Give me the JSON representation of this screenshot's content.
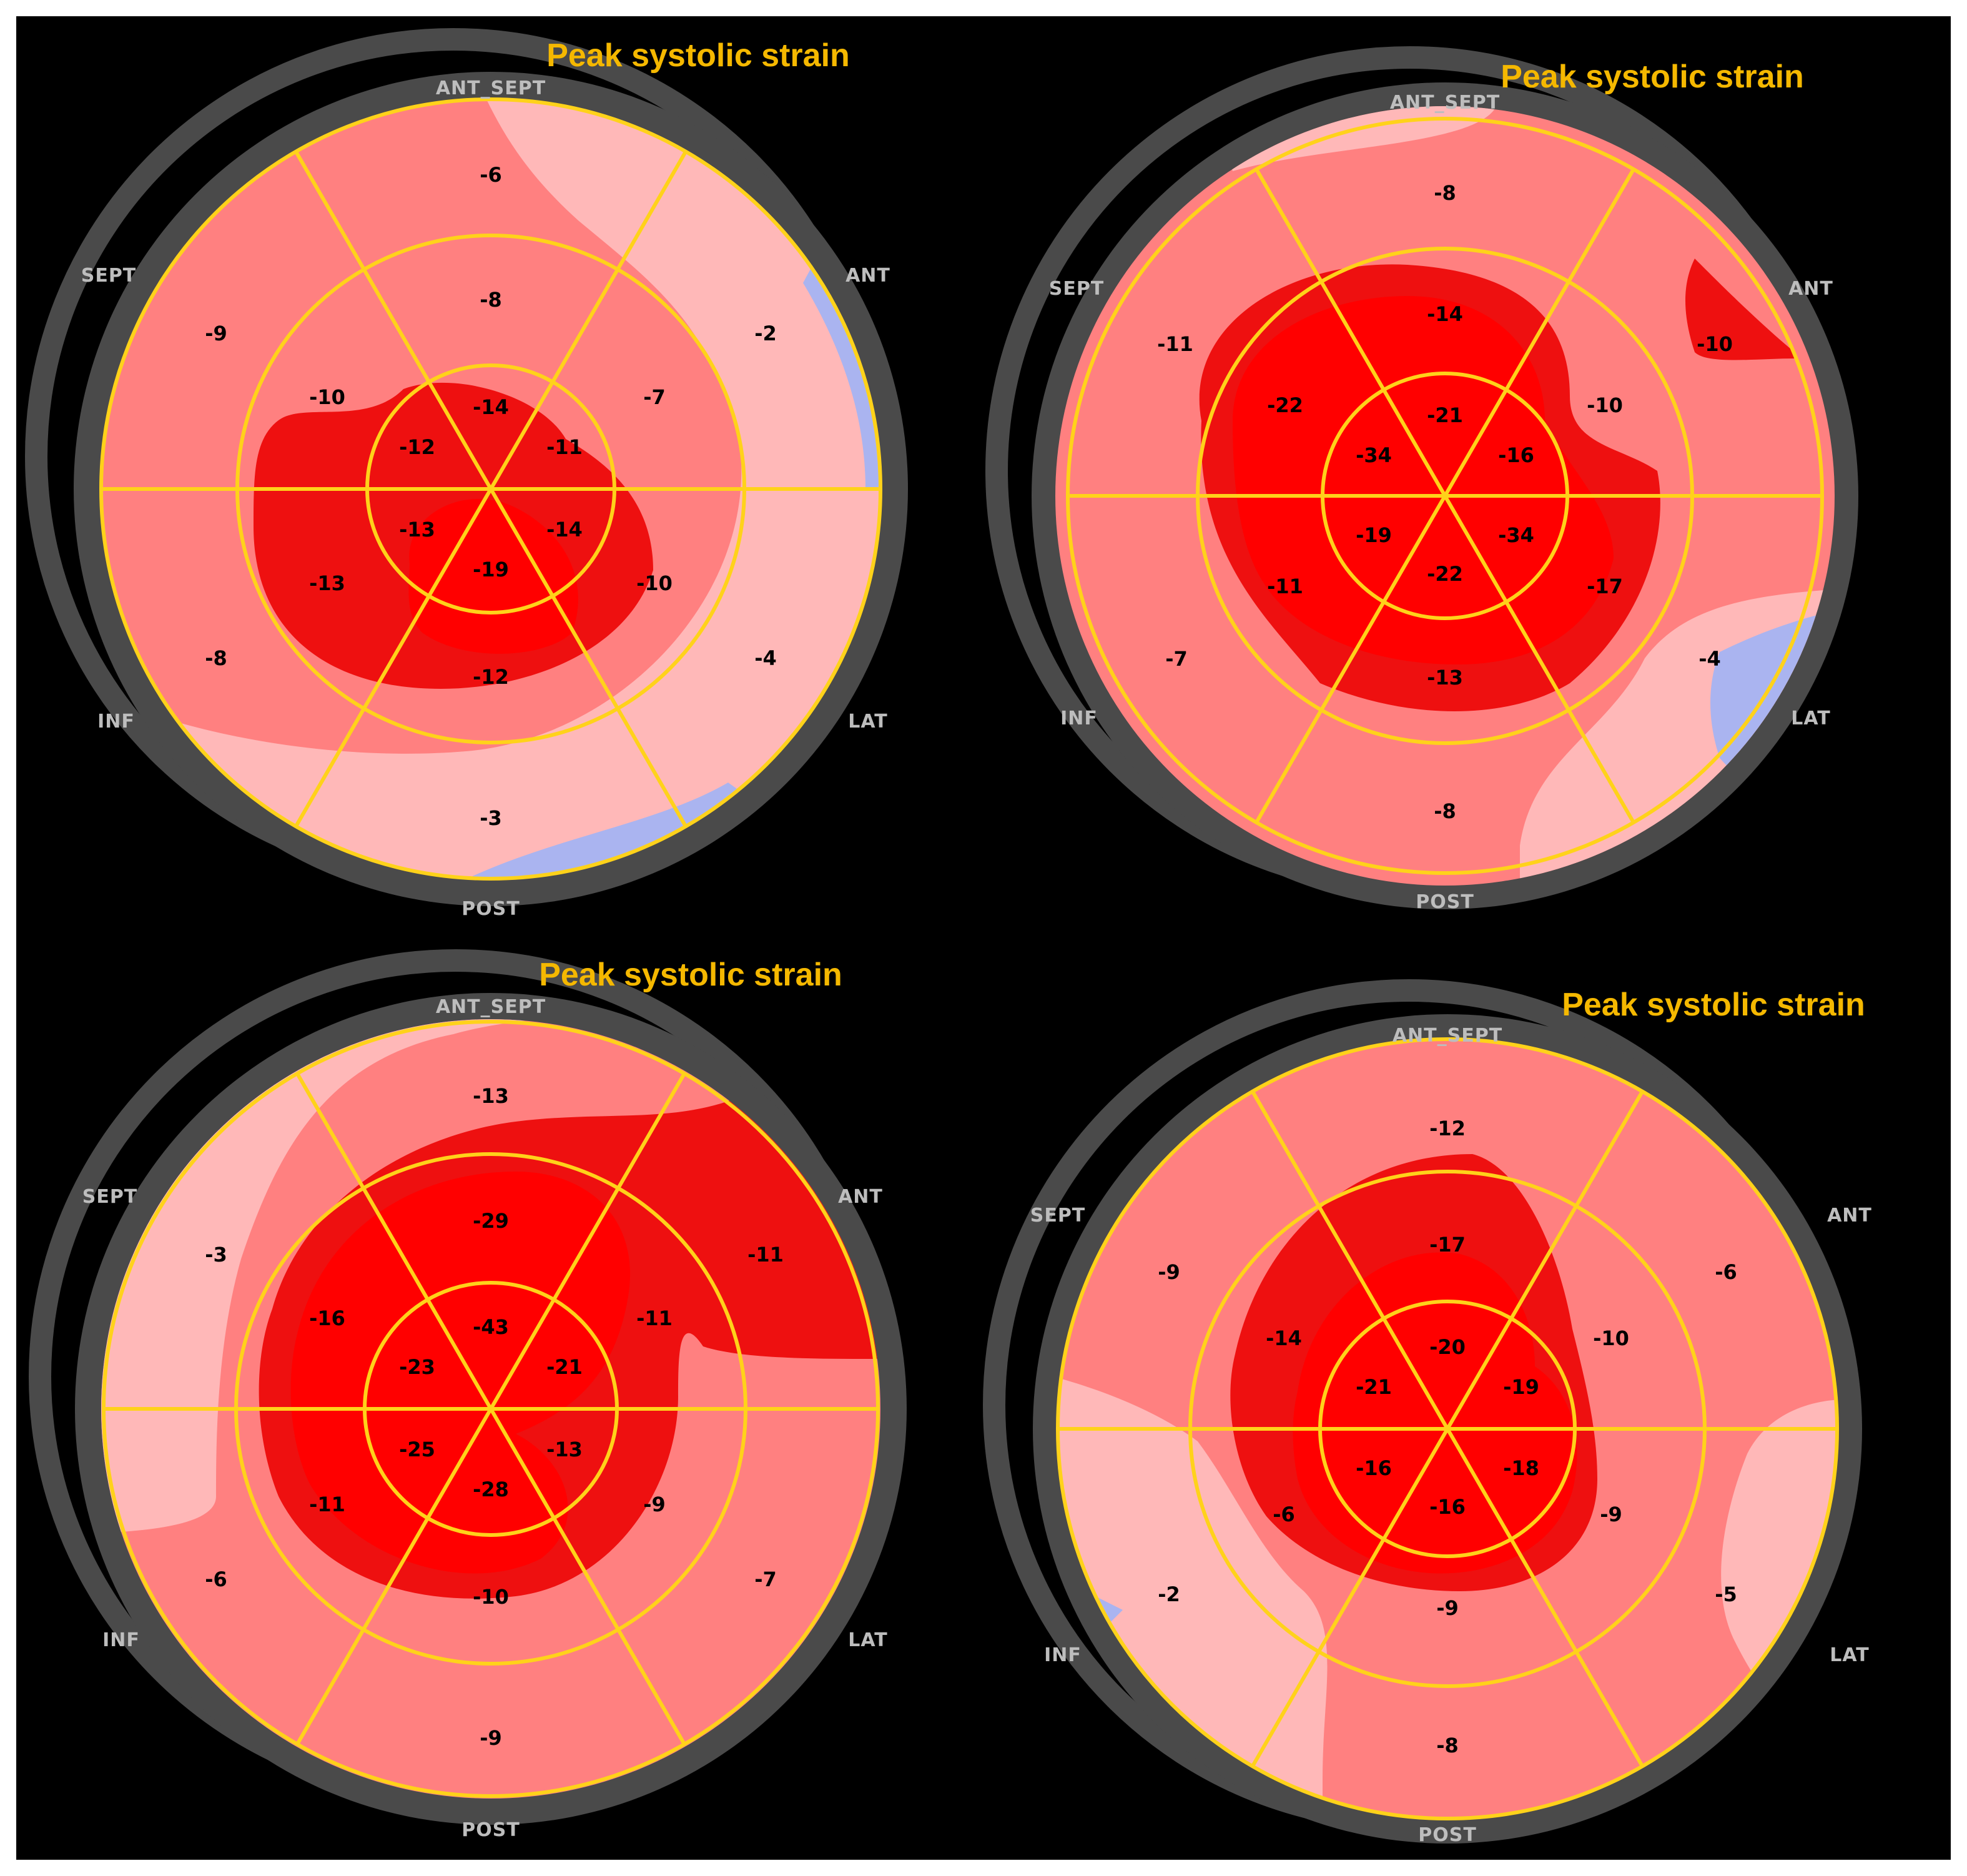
{
  "title": "Peak systolic strain",
  "directions": {
    "top": "ANT_SEPT",
    "upper_left": "SEPT",
    "upper_right": "ANT",
    "lower_left": "INF",
    "lower_right": "LAT",
    "bottom": "POST"
  },
  "colors": {
    "background": "#000000",
    "ring": "#4a4a4a",
    "grid": "#ffd21a",
    "title": "#f5b800",
    "very_low": "#ffb8b8",
    "low": "#ff8080",
    "mid": "#ff4040",
    "high": "#ee1010",
    "very_high": "#ff0000",
    "positive": "#aab4f0"
  },
  "panels": [
    {
      "name": "top-left",
      "basal": {
        "ant_sept": "-6",
        "ant": "-2",
        "lat": "-4",
        "post": "-3",
        "inf": "-8",
        "sept": "-9"
      },
      "mid": {
        "ant_sept": "-8",
        "ant": "-7",
        "lat": "-10",
        "post": "-12",
        "inf": "-13",
        "sept": "-10"
      },
      "apical": {
        "ant_sept": "-14",
        "ant": "-11",
        "lat": "-14",
        "post": "-19",
        "inf": "-13",
        "sept": "-12"
      }
    },
    {
      "name": "top-right",
      "basal": {
        "ant_sept": "-8",
        "ant": "-10",
        "lat": "-4",
        "post": "-8",
        "inf": "-7",
        "sept": "-11"
      },
      "mid": {
        "ant_sept": "-14",
        "ant": "-10",
        "lat": "-17",
        "post": "-13",
        "inf": "-11",
        "sept": "-22"
      },
      "apical": {
        "ant_sept": "-21",
        "ant": "-16",
        "lat": "-34",
        "post": "-22",
        "inf": "-19",
        "sept": "-34"
      }
    },
    {
      "name": "bottom-left",
      "basal": {
        "ant_sept": "-13",
        "ant": "-11",
        "lat": "-7",
        "post": "-9",
        "inf": "-6",
        "sept": "-3"
      },
      "mid": {
        "ant_sept": "-29",
        "ant": "-11",
        "lat": "-9",
        "post": "-10",
        "inf": "-11",
        "sept": "-16"
      },
      "apical": {
        "ant_sept": "-43",
        "ant": "-21",
        "lat": "-13",
        "post": "-28",
        "inf": "-25",
        "sept": "-23"
      }
    },
    {
      "name": "bottom-right",
      "basal": {
        "ant_sept": "-12",
        "ant": "-6",
        "lat": "-5",
        "post": "-8",
        "inf": "-2",
        "sept": "-9"
      },
      "mid": {
        "ant_sept": "-17",
        "ant": "-10",
        "lat": "-9",
        "post": "-9",
        "inf": "-6",
        "sept": "-14"
      },
      "apical": {
        "ant_sept": "-20",
        "ant": "-19",
        "lat": "-18",
        "post": "-16",
        "inf": "-16",
        "sept": "-21"
      }
    }
  ]
}
